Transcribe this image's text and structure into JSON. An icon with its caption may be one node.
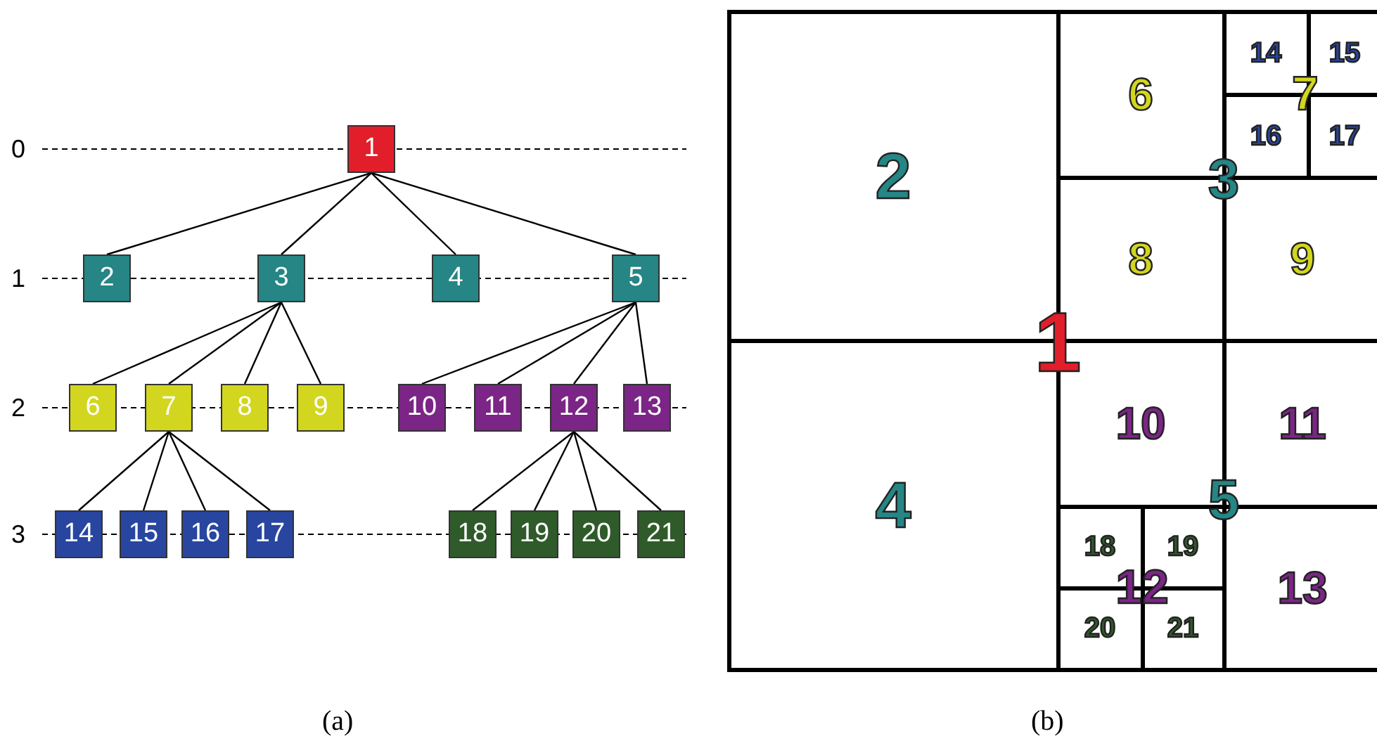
{
  "diagram": {
    "nodes": [
      {
        "text": [
          "1"
        ]
      },
      {
        "text": [
          "2"
        ]
      },
      {
        "text": [
          "3"
        ]
      },
      {
        "text": [
          "4"
        ]
      },
      {
        "text": [
          "5"
        ]
      },
      {
        "text": [
          "6"
        ]
      },
      {
        "text": [
          "7"
        ]
      },
      {
        "text": [
          "8"
        ]
      },
      {
        "text": [
          "9"
        ]
      },
      {
        "text": [
          "10"
        ]
      },
      {
        "text": [
          "11"
        ]
      },
      {
        "text": [
          "12"
        ]
      },
      {
        "text": [
          "13"
        ]
      },
      {
        "text": [
          "14"
        ]
      },
      {
        "text": [
          "15"
        ]
      },
      {
        "text": [
          "16"
        ]
      },
      {
        "text": [
          "17"
        ]
      },
      {
        "text": [
          "18"
        ]
      },
      {
        "text": [
          "19"
        ]
      },
      {
        "text": [
          "20"
        ]
      },
      {
        "text": [
          "21"
        ]
      },
      {
        "text": [
          "2"
        ]
      },
      {
        "text": [
          "6"
        ]
      },
      {
        "text": [
          "14"
        ]
      },
      {
        "text": [
          "15"
        ]
      },
      {
        "text": [
          "16"
        ]
      },
      {
        "text": [
          "17"
        ]
      },
      {
        "text": [
          "8"
        ]
      },
      {
        "text": [
          "9"
        ]
      },
      {
        "text": [
          "4"
        ]
      },
      {
        "text": [
          "10"
        ]
      },
      {
        "text": [
          "11"
        ]
      },
      {
        "text": [
          "18"
        ]
      },
      {
        "text": [
          "19"
        ]
      },
      {
        "text": [
          "13"
        ]
      },
      {
        "text": [
          "20"
        ]
      },
      {
        "text": [
          "21"
        ]
      }
    ],
    "edges": [
      {
        "from": 0,
        "to": 1,
        "arrow": "none"
      },
      {
        "from": 0,
        "to": 2,
        "arrow": "none"
      },
      {
        "from": 0,
        "to": 3,
        "arrow": "none"
      },
      {
        "from": 0,
        "to": 4,
        "arrow": "none"
      },
      {
        "from": 2,
        "to": 5,
        "arrow": "none"
      },
      {
        "from": 2,
        "to": 6,
        "arrow": "none"
      },
      {
        "from": 2,
        "to": 7,
        "arrow": "none"
      },
      {
        "from": 2,
        "to": 8,
        "arrow": "none"
      },
      {
        "from": 4,
        "to": 9,
        "arrow": "none"
      },
      {
        "from": 4,
        "to": 10,
        "arrow": "none"
      },
      {
        "from": 4,
        "to": 11,
        "arrow": "none"
      },
      {
        "from": 4,
        "to": 12,
        "arrow": "none"
      },
      {
        "from": 6,
        "to": 13,
        "arrow": "none"
      },
      {
        "from": 6,
        "to": 14,
        "arrow": "none"
      },
      {
        "from": 6,
        "to": 15,
        "arrow": "none"
      },
      {
        "from": 6,
        "to": 16,
        "arrow": "none"
      },
      {
        "from": 11,
        "to": 17,
        "arrow": "none"
      },
      {
        "from": 11,
        "to": 18,
        "arrow": "none"
      },
      {
        "from": 11,
        "to": 19,
        "arrow": "none"
      },
      {
        "from": 11,
        "to": 20,
        "arrow": "none"
      }
    ],
    "labels": [
      "0",
      "1",
      "2",
      "3",
      "7",
      "3",
      "1",
      "5",
      "12",
      "(a)",
      "(b)"
    ]
  }
}
